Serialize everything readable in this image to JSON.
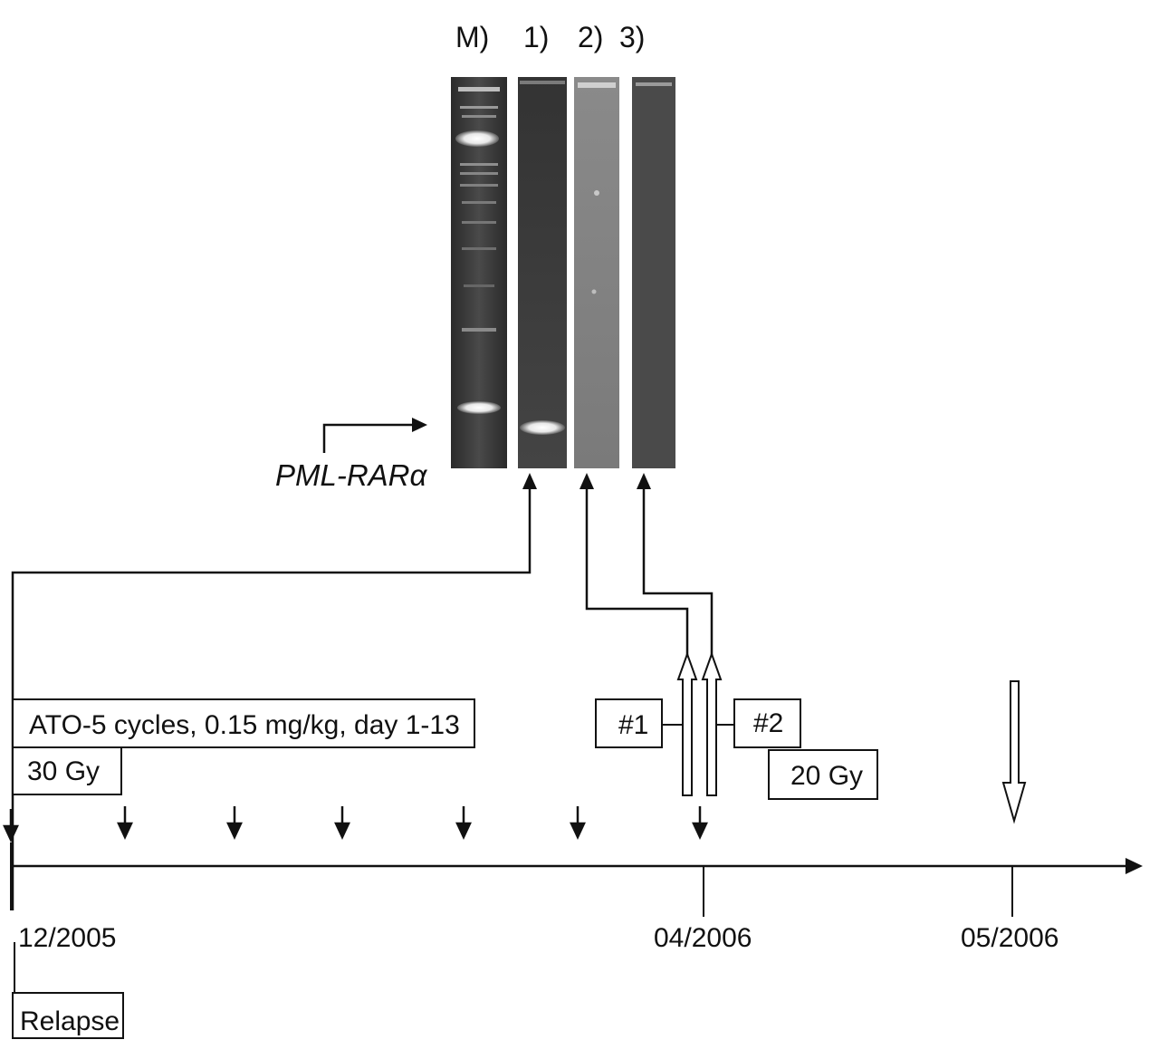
{
  "gel": {
    "lane_labels": [
      "M)",
      "1)",
      "2)",
      "3)"
    ],
    "product_label": "PML-RARα"
  },
  "boxes": {
    "ato": "ATO-5 cycles, 0.15 mg/kg, day 1-13",
    "gy30": "30 Gy",
    "tx1": "#1",
    "tx2": "#2",
    "gy20": "20 Gy",
    "relapse": "Relapse"
  },
  "timeline": {
    "dates": [
      "12/2005",
      "04/2006",
      "05/2006"
    ]
  },
  "colors": {
    "ink": "#111111",
    "gel_background": "#3a3a3a",
    "band": "#f5f5f5"
  }
}
